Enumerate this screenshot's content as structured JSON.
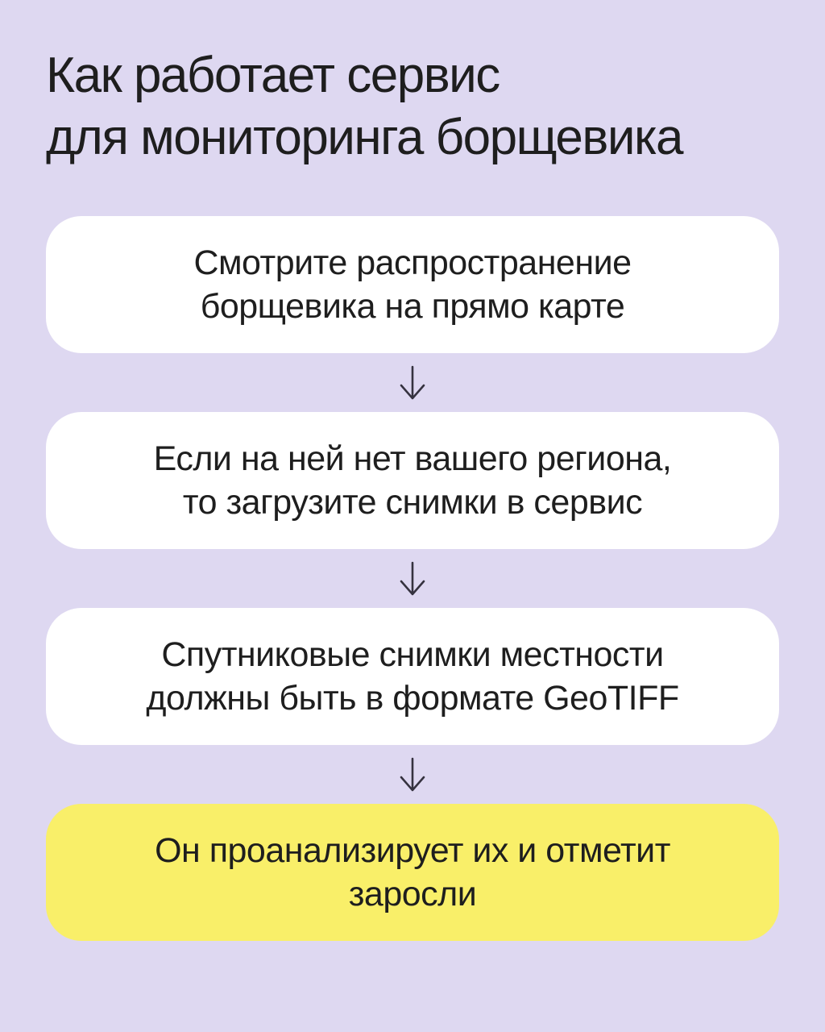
{
  "colors": {
    "background": "#ded8f1",
    "card": "#ffffff",
    "highlight": "#f9ef69",
    "text": "#1e1e1e",
    "arrow": "#35323f"
  },
  "title": {
    "full_text": "Как работает сервис для мониторинга борщевика",
    "lines": [
      "Как работает сервис",
      "для мониторинга борщевика"
    ]
  },
  "steps": [
    {
      "full_text": "Смотрите распространение борщевика на прямо карте",
      "lines": [
        "Смотрите распространение",
        "борщевика на прямо карте"
      ],
      "highlighted": false
    },
    {
      "full_text": "Если на ней нет вашего региона, то загрузите снимки в сервис",
      "lines": [
        "Если на ней нет вашего региона,",
        "то загрузите снимки в сервис"
      ],
      "highlighted": false
    },
    {
      "full_text": "Спутниковые снимки местности должны быть в формате GeoTIFF",
      "lines": [
        "Спутниковые снимки местности",
        "должны быть в формате GeoTIFF"
      ],
      "highlighted": false
    },
    {
      "full_text": "Он проанализирует их и отметит заросли",
      "lines": [
        "Он проанализирует их и отметит",
        "заросли"
      ],
      "highlighted": true
    }
  ],
  "icons": {
    "arrow_down": "↓"
  }
}
